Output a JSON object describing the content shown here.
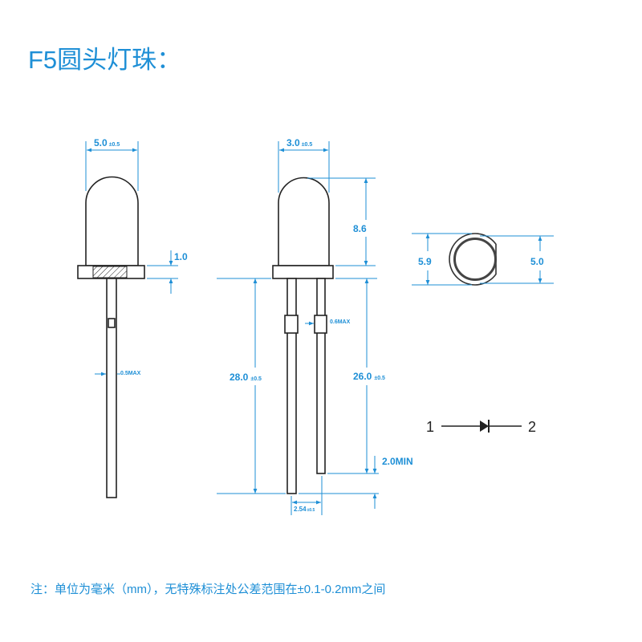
{
  "title": "F5圆头灯珠：",
  "colors": {
    "accent": "#1e8fd6",
    "outline": "#222222",
    "body": "#ffffff"
  },
  "side_view": {
    "width": {
      "value": "5.0",
      "tolerance": "±0.5"
    },
    "flange_height": "1.0",
    "lead_width": "0.5MAX"
  },
  "front_view": {
    "width": {
      "value": "3.0",
      "tolerance": "±0.5"
    },
    "dome_height": "8.6",
    "lead_width": "0.6MAX",
    "long_lead": {
      "value": "28.0",
      "tolerance": "±0.5"
    },
    "short_lead": {
      "value": "26.0",
      "tolerance": "±0.5"
    },
    "lead_difference": "2.0MIN",
    "lead_spacing": {
      "value": "2.54",
      "tolerance": "±0.5"
    }
  },
  "top_view": {
    "flange_diameter": "5.9",
    "dome_diameter": "5.0"
  },
  "diode_symbol": {
    "pin_a": "1",
    "pin_b": "2"
  },
  "note": "注：单位为毫米（mm），无特殊标注处公差范围在±0.1-0.2mm之间"
}
